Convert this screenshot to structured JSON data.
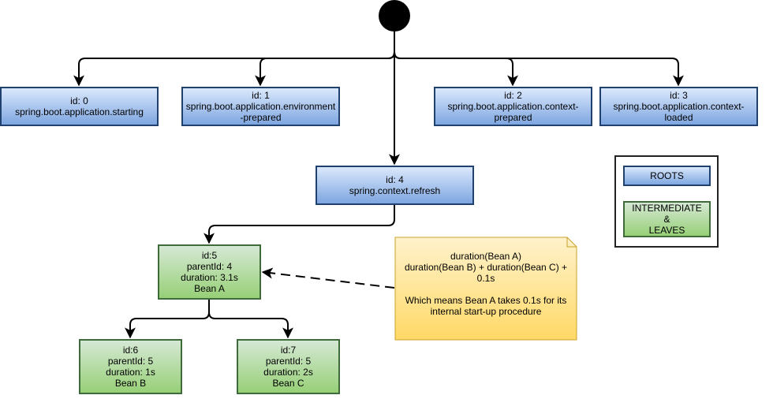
{
  "nodes": {
    "n0": {
      "line1": "id: 0",
      "line2": "spring.boot.application.starting"
    },
    "n1": {
      "line1": "id: 1",
      "line2": "spring.boot.application.environment",
      "line3": "-prepared"
    },
    "n2": {
      "line1": "id: 2",
      "line2": "spring.boot.application.context-",
      "line3": "prepared"
    },
    "n3": {
      "line1": "id: 3",
      "line2": "spring.boot.application.context-",
      "line3": "loaded"
    },
    "n4": {
      "line1": "id: 4",
      "line2": "spring.context.refresh"
    },
    "n5": {
      "line1": "id:5",
      "line2": "parentId: 4",
      "line3": "duration: 3.1s",
      "line4": "Bean A"
    },
    "n6": {
      "line1": "id:6",
      "line2": "parentId: 5",
      "line3": "duration: 1s",
      "line4": "Bean B"
    },
    "n7": {
      "line1": "id:7",
      "line2": "parentId: 5",
      "line3": "duration: 2s",
      "line4": "Bean C"
    }
  },
  "note": {
    "line1": "duration(Bean A)",
    "line2": "duration(Bean B) + duration(Bean C) +",
    "line3": "0.1s",
    "line4": "Which means Bean A takes 0.1s for its",
    "line5": "internal start-up procedure"
  },
  "legend": {
    "roots_label": "ROOTS",
    "inter_line1": "INTERMEDIATE",
    "inter_line2": "&",
    "inter_line3": "LEAVES"
  },
  "colors": {
    "root_fill_top": "#dae8fc",
    "root_fill_bottom": "#7ea6e0",
    "inter_fill_top": "#d5e8d4",
    "inter_fill_bottom": "#97d077",
    "note_fill_top": "#fff2cc",
    "note_fill_bottom": "#ffd966"
  }
}
